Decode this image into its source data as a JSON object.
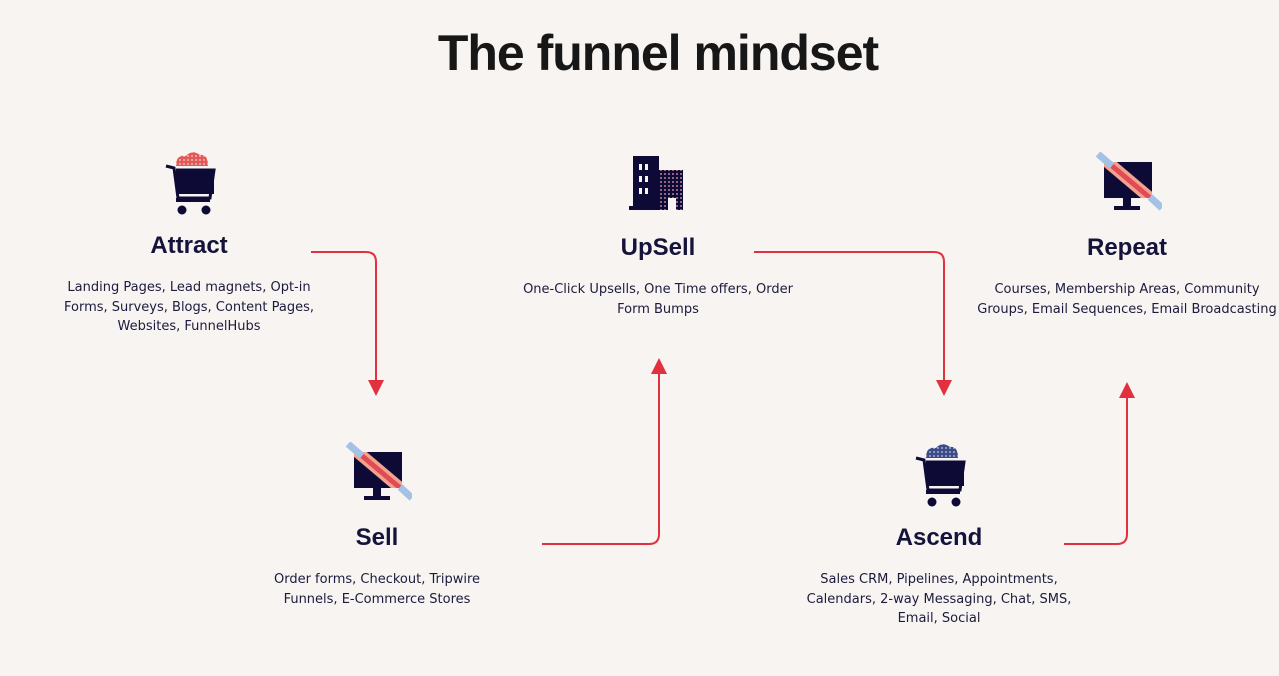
{
  "title": "The funnel mindset",
  "colors": {
    "arrow": "#e3303e",
    "icon_dark": "#0d0b36",
    "accent_red": "#e84a4a",
    "accent_blue": "#a3c2e6"
  },
  "stages": {
    "attract": {
      "label": "Attract",
      "description": "Landing Pages, Lead magnets, Opt-in Forms, Surveys, Blogs, Content Pages, Websites, FunnelHubs",
      "icon": "shopping-cart-icon"
    },
    "sell": {
      "label": "Sell",
      "description": "Order forms, Checkout, Tripwire Funnels, E-Commerce Stores",
      "icon": "monitor-icon"
    },
    "upsell": {
      "label": "UpSell",
      "description": "One-Click Upsells, One Time offers, Order Form Bumps",
      "icon": "building-icon"
    },
    "ascend": {
      "label": "Ascend",
      "description": "Sales CRM, Pipelines, Appointments, Calendars, 2-way Messaging, Chat, SMS, Email, Social",
      "icon": "shopping-cart-icon"
    },
    "repeat": {
      "label": "Repeat",
      "description": "Courses, Membership Areas, Community Groups, Email Sequences, Email Broadcasting",
      "icon": "monitor-icon"
    }
  },
  "flow": [
    "attract",
    "sell",
    "upsell",
    "ascend",
    "repeat"
  ]
}
